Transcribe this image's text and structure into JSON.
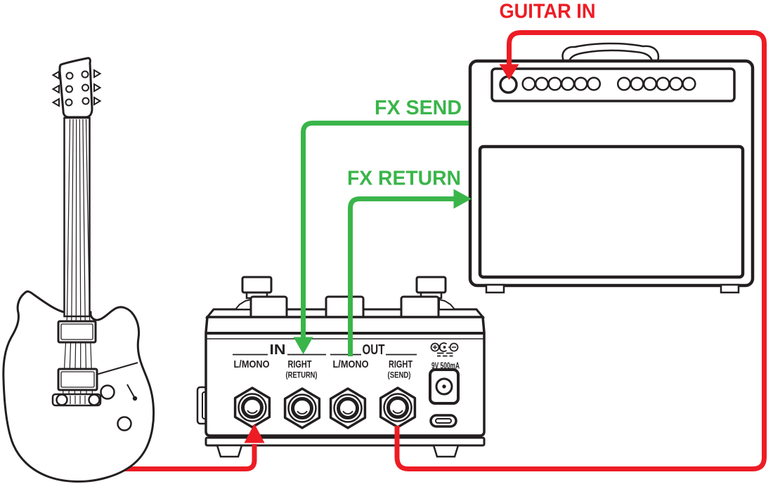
{
  "labels": {
    "guitar_in": "GUITAR IN",
    "fx_send": "FX SEND",
    "fx_return": "FX RETURN"
  },
  "pedal_panel": {
    "in_group_label": "IN",
    "out_group_label": "OUT",
    "in_left_jack_label": "L/MONO",
    "in_right_jack_label": "RIGHT",
    "in_right_jack_sublabel": "(RETURN)",
    "out_left_jack_label": "L/MONO",
    "out_right_jack_label": "RIGHT",
    "out_right_jack_sublabel": "(SEND)",
    "power_rating_label": "9V 500mA"
  },
  "colors": {
    "cable_red": "#ed1c24",
    "cable_green": "#3ab54a",
    "outline_black": "#231f20"
  }
}
